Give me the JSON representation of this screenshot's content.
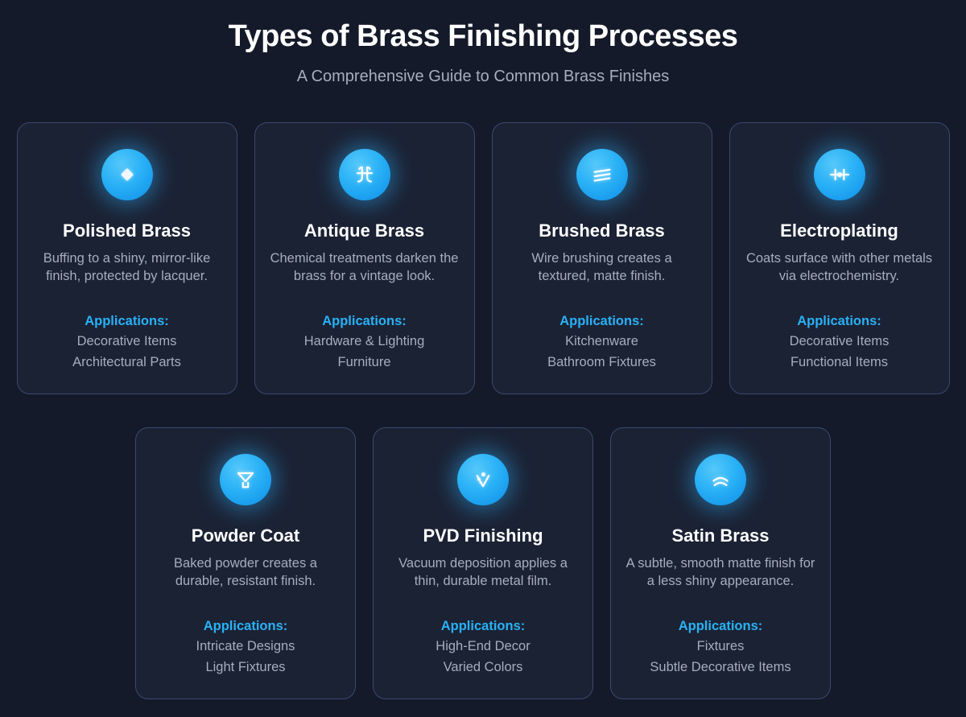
{
  "header": {
    "title": "Types of Brass Finishing Processes",
    "subtitle": "A Comprehensive Guide to Common Brass Finishes"
  },
  "labels": {
    "applications": "Applications:"
  },
  "colors": {
    "background": "#141a29",
    "card_background": "#1b2234",
    "card_border": "#3c4870",
    "accent_blue": "#29b1f6",
    "icon_gradient_light": "#55c8fa",
    "icon_gradient_dark": "#0f8de8",
    "text_primary": "#ffffff",
    "text_muted": "#a6adbd"
  },
  "cards": [
    {
      "id": "polished-brass",
      "icon": "diamond-icon",
      "title": "Polished Brass",
      "description": "Buffing to a shiny, mirror-like finish, protected by lacquer.",
      "applications": [
        "Decorative Items",
        "Architectural Parts"
      ]
    },
    {
      "id": "antique-brass",
      "icon": "antique-ornament-icon",
      "title": "Antique Brass",
      "description": "Chemical treatments darken the brass for a vintage look.",
      "applications": [
        "Hardware & Lighting",
        "Furniture"
      ]
    },
    {
      "id": "brushed-brass",
      "icon": "brushed-lines-icon",
      "title": "Brushed Brass",
      "description": "Wire brushing creates a textured, matte finish.",
      "applications": [
        "Kitchenware",
        "Bathroom Fixtures"
      ]
    },
    {
      "id": "electroplating",
      "icon": "electroplating-circuit-icon",
      "title": "Electroplating",
      "description": "Coats surface with other metals via electrochemistry.",
      "applications": [
        "Decorative Items",
        "Functional Items"
      ]
    },
    {
      "id": "powder-coat",
      "icon": "funnel-icon",
      "title": "Powder Coat",
      "description": "Baked powder creates a durable, resistant finish.",
      "applications": [
        "Intricate Designs",
        "Light Fixtures"
      ]
    },
    {
      "id": "pvd-finishing",
      "icon": "vapor-particles-icon",
      "title": "PVD Finishing",
      "description": "Vacuum deposition applies a thin, durable metal film.",
      "applications": [
        "High-End Decor",
        "Varied Colors"
      ]
    },
    {
      "id": "satin-brass",
      "icon": "satin-arcs-icon",
      "title": "Satin Brass",
      "description": "A subtle, smooth matte finish for a less shiny appearance.",
      "applications": [
        "Fixtures",
        "Subtle Decorative Items"
      ]
    }
  ]
}
